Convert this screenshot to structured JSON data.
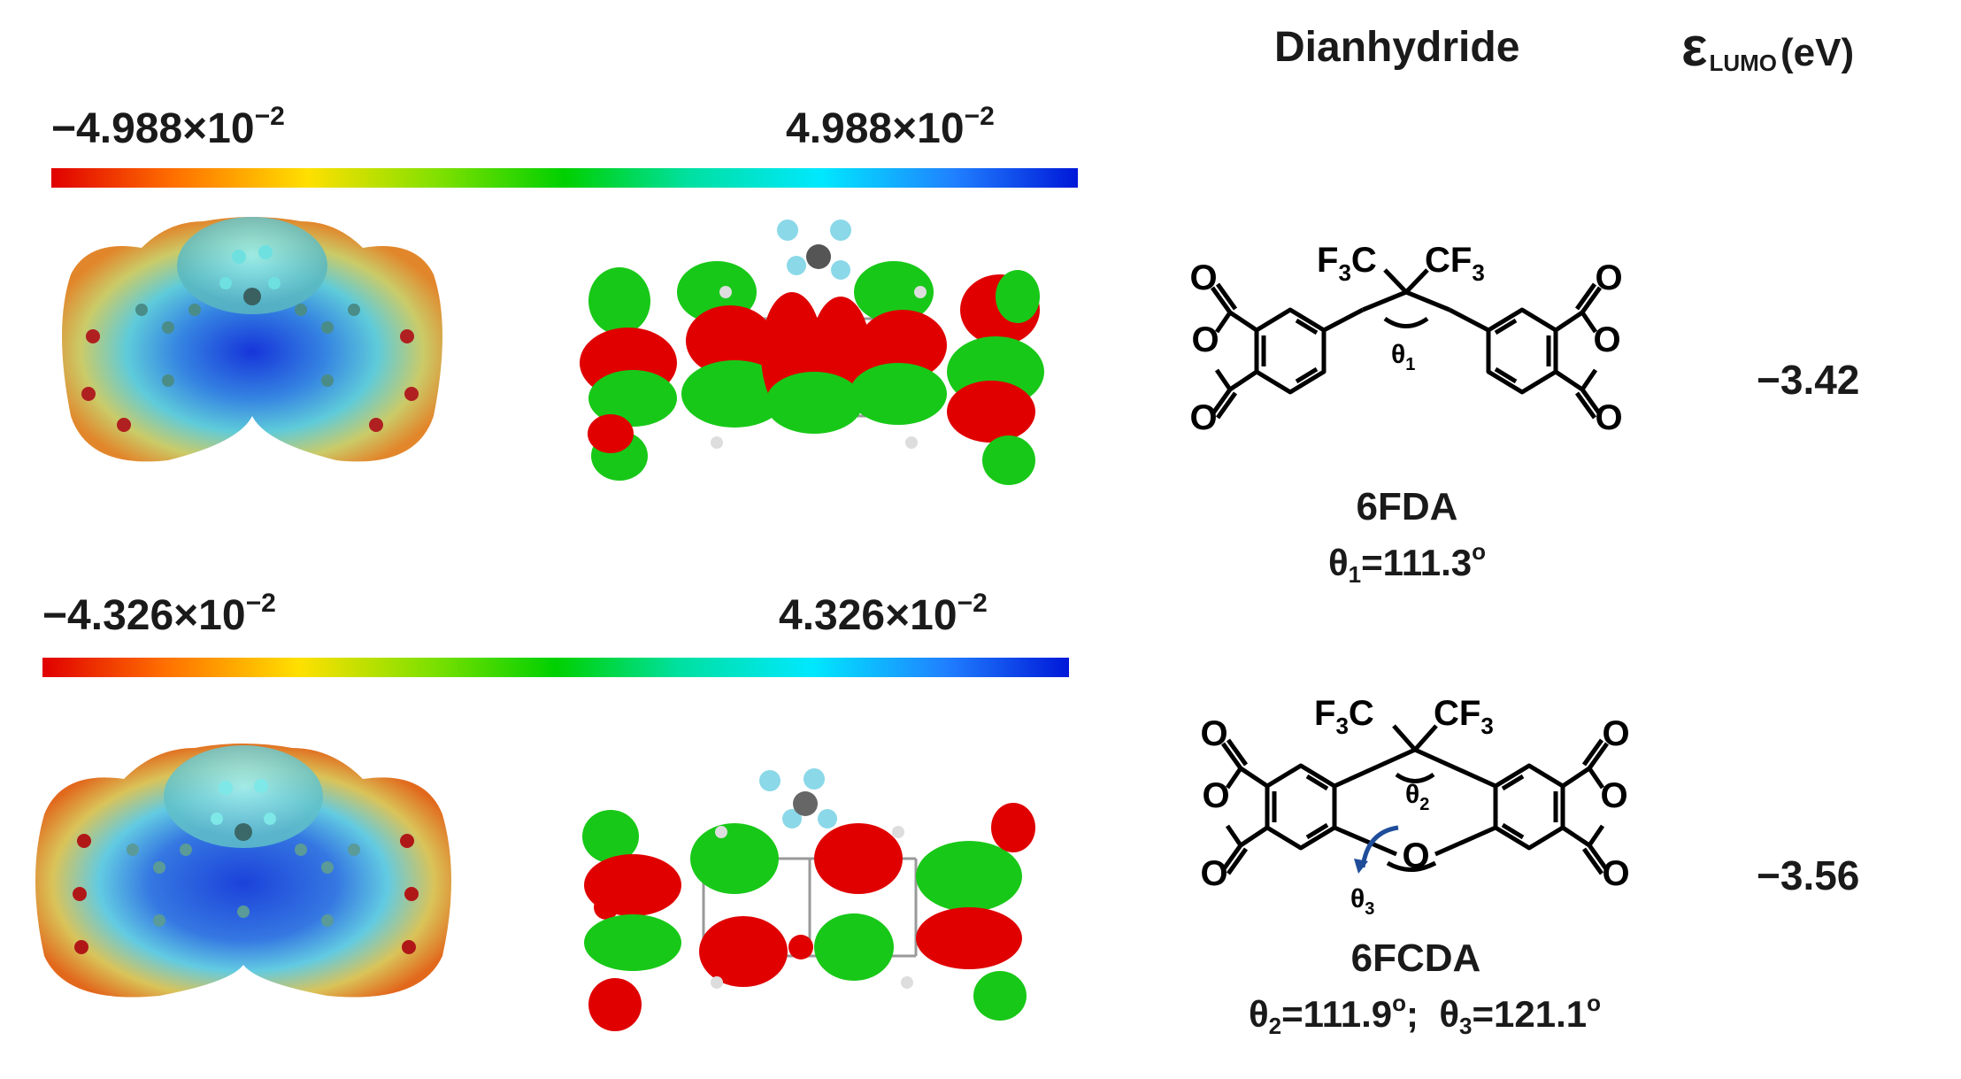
{
  "header": {
    "dianhydride": "Dianhydride",
    "epsilon_symbol": "ε",
    "epsilon_subscript": "LUMO",
    "epsilon_unit": "(eV)"
  },
  "rows": [
    {
      "scale_min_base": "−4.988×10",
      "scale_min_exp": "−2",
      "scale_max_base": "4.988×10",
      "scale_max_exp": "−2",
      "molecule_name": "6FDA",
      "angle_text_1": "θ",
      "angle_sub_1": "1",
      "angle_val_1": "=111.3",
      "angle_deg": "o",
      "lumo": "−3.42",
      "struct": {
        "left_group": "F",
        "left_sub": "3",
        "left_c": "C",
        "right_group": "CF",
        "right_sub": "3",
        "oxygen": "O",
        "theta": "θ",
        "theta_sub": "1"
      }
    },
    {
      "scale_min_base": "−4.326×10",
      "scale_min_exp": "−2",
      "scale_max_base": "4.326×10",
      "scale_max_exp": "−2",
      "molecule_name": "6FCDA",
      "angle_text_1": "θ",
      "angle_sub_1": "2",
      "angle_val_1": "=111.9",
      "angle_deg": "o",
      "angle_sep": ";  ",
      "angle_text_2": "θ",
      "angle_sub_2": "3",
      "angle_val_2": "=121.1",
      "lumo": "−3.56",
      "struct": {
        "left_group": "F",
        "left_sub": "3",
        "left_c": "C",
        "right_group": "CF",
        "right_sub": "3",
        "oxygen": "O",
        "theta_a": "θ",
        "theta_a_sub": "2",
        "theta_b": "θ",
        "theta_b_sub": "3"
      }
    }
  ],
  "colors": {
    "lobe_red": "#e00000",
    "lobe_green": "#18c818",
    "arrow_blue": "#1f4d9a"
  }
}
